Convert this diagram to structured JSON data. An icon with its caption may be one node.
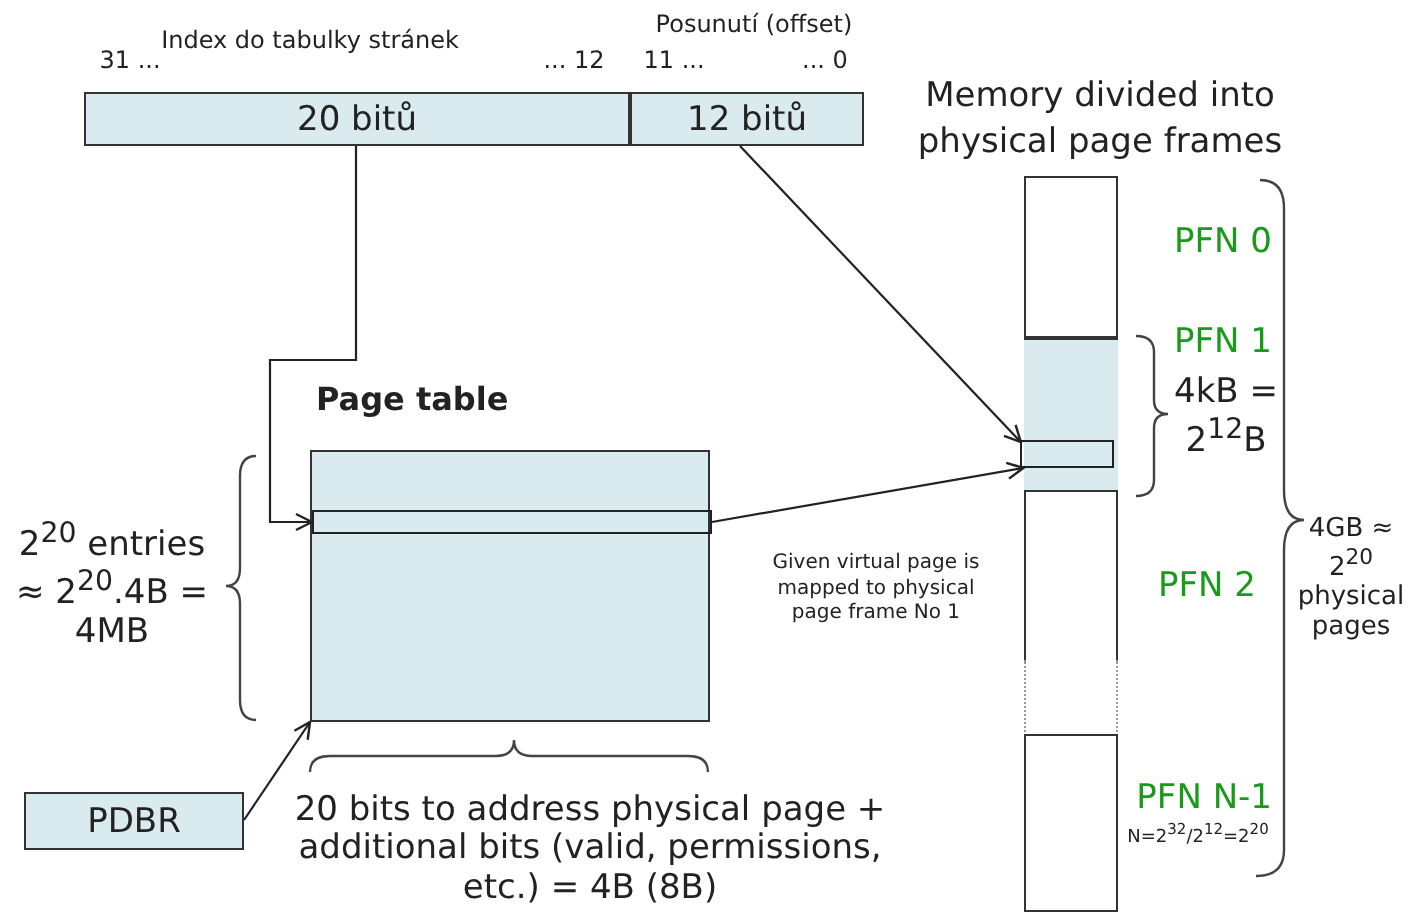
{
  "diagram": {
    "nodes": [
      {
        "text": [
          "20 bitů"
        ]
      },
      {
        "text": [
          "12 bitů"
        ]
      },
      {
        "text": [
          "Page table"
        ]
      },
      {
        "text": [],
        "shape": "bar",
        "in": 2
      },
      {
        "text": [
          "PDBR"
        ]
      },
      {
        "text": [
          "Memory divided into physical page frames"
        ]
      },
      {
        "text": [],
        "shape": "box",
        "in": 5
      },
      {
        "text": [],
        "shape": "bar",
        "in": 6
      }
    ],
    "edges": [
      {
        "from": 0,
        "to": 3,
        "arrow": "to"
      },
      {
        "from": 1,
        "to": 7,
        "arrow": "to"
      },
      {
        "from": 3,
        "to": 6,
        "arrow": "to",
        "label": "Given virtual page is mapped to physical page frame No 1"
      },
      {
        "from": 4,
        "to": 2,
        "arrow": "to"
      }
    ],
    "labels": [
      "Index do tabulky stránek",
      "Posunutí (offset)",
      "31 ...",
      "... 12",
      "11 ...",
      "... 0",
      "PFN 0",
      "PFN 1",
      "4kB = 2$^{12}$B",
      "2$^{20}$ entries ≈ 2$^{20}$.4B = 4MB",
      "PFN 2",
      "4GB ≈ 2$^{20}$ physical pages",
      "20 bits to address physical page + additional bits (valid, permissions, etc.) = 4B (8B)",
      "PFN N-1",
      "N=2$^{32}$/2$^{12}$=2$^{20}$"
    ]
  }
}
